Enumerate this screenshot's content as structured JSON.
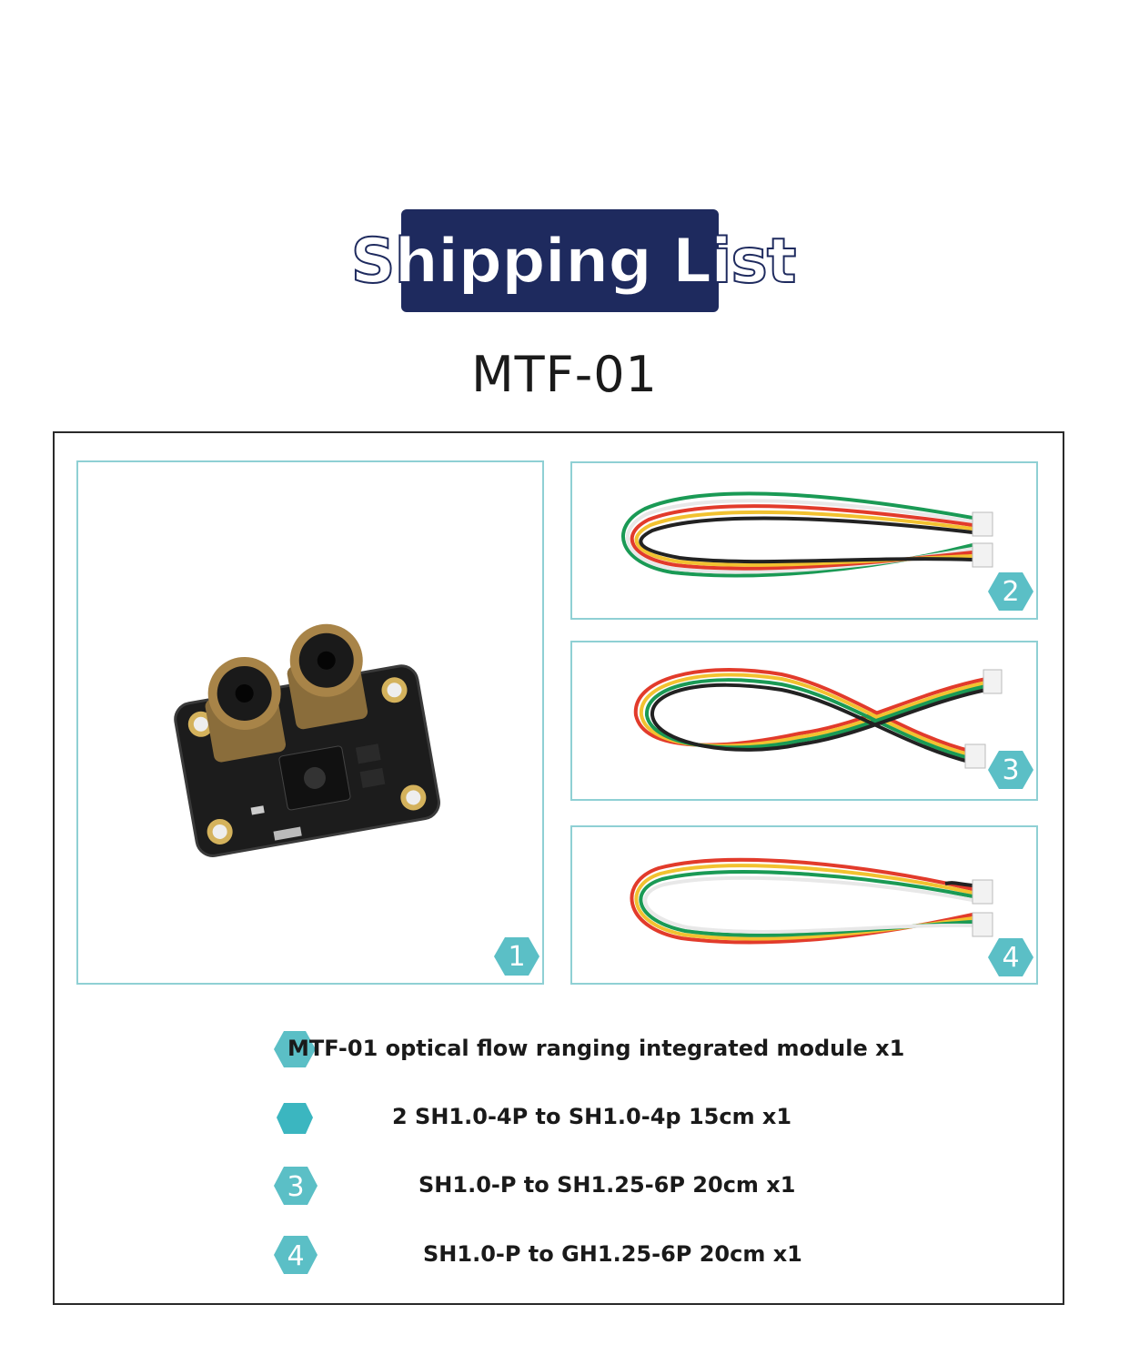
{
  "header": {
    "title": "Shipping List",
    "model": "MTF-01"
  },
  "panels": [
    {
      "number": "1"
    },
    {
      "number": "2"
    },
    {
      "number": "3"
    },
    {
      "number": "4"
    }
  ],
  "items": [
    {
      "label": "MTF-01 optical flow ranging integrated module x1"
    },
    {
      "label": "2 SH1.0-4P to SH1.0-4p 15cm x1"
    },
    {
      "number": "3",
      "label": "SH1.0-P to SH1.25-6P 20cm x1"
    },
    {
      "number": "4",
      "label": "SH1.0-P to GH1.25-6P 20cm x1"
    }
  ],
  "colors": {
    "banner": "#1e2a5e",
    "accent": "#5bbfc6",
    "panel_border": "#8fd0d4"
  }
}
